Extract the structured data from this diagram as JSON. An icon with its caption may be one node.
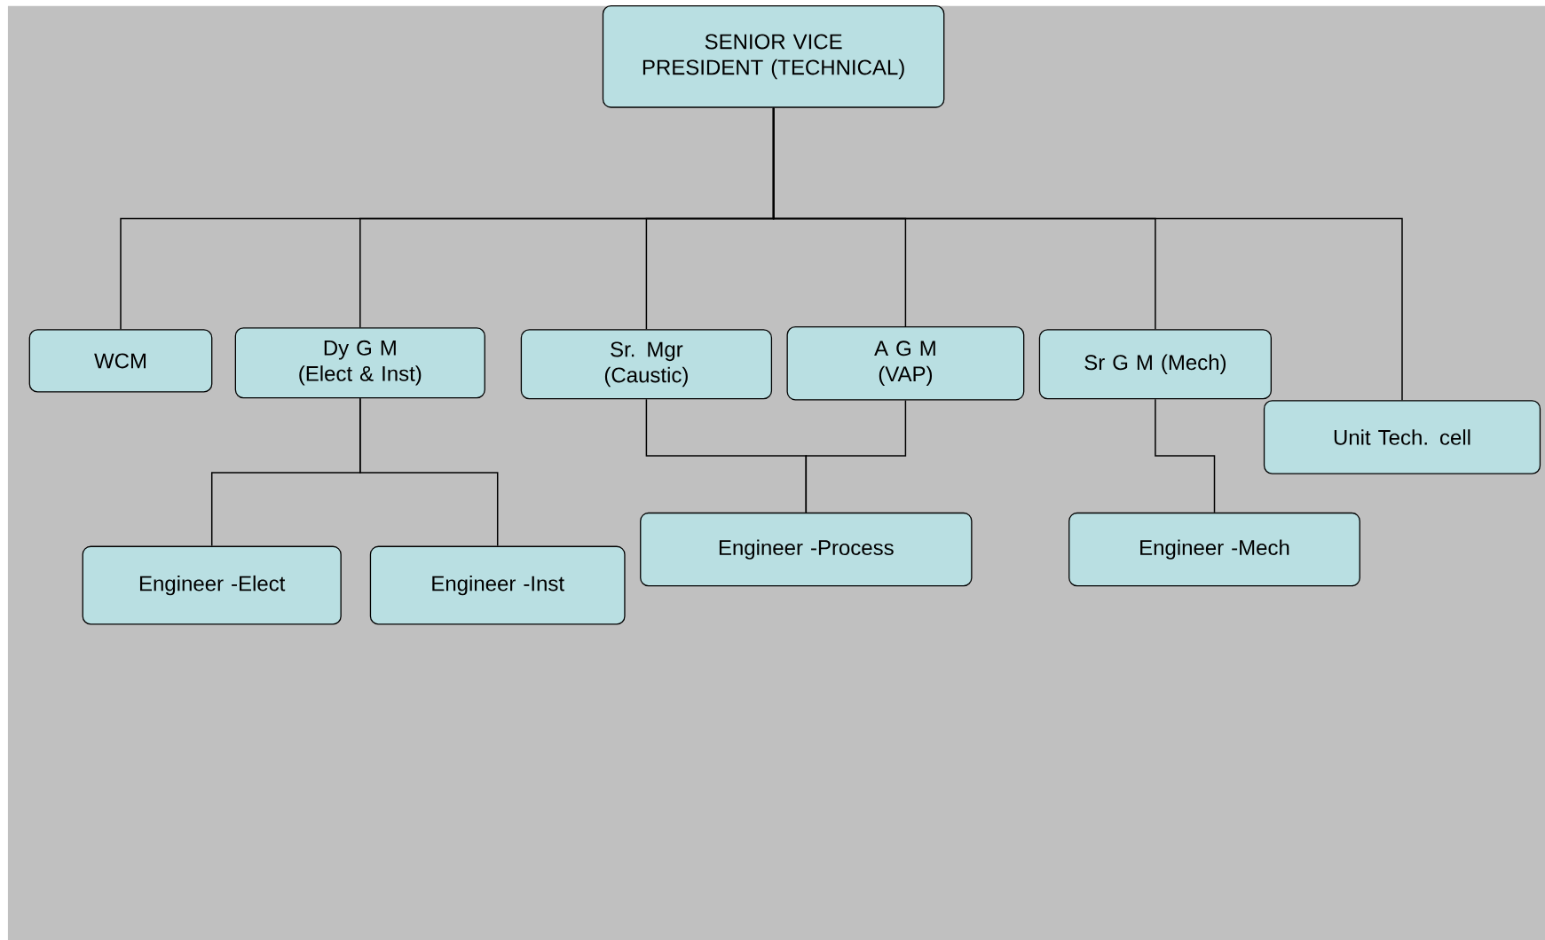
{
  "diagram": {
    "nodes": [
      {
        "text": [
          "SENIOR VICE PRESIDENT (TECHNICAL)"
        ]
      },
      {
        "text": [
          "WCM"
        ]
      },
      {
        "text": [
          "Dy G M (Elect & Inst)"
        ]
      },
      {
        "text": [
          "Sr. Mgr (Caustic)"
        ]
      },
      {
        "text": [
          "A G M (VAP)"
        ]
      },
      {
        "text": [
          "Sr G M (Mech)"
        ]
      },
      {
        "text": [
          "Unit Tech. cell"
        ]
      },
      {
        "text": [
          "Engineer -Elect"
        ]
      },
      {
        "text": [
          "Engineer -Inst"
        ]
      },
      {
        "text": [
          "Engineer -Process"
        ]
      },
      {
        "text": [
          "Engineer -Mech"
        ]
      }
    ],
    "edges": [
      {
        "from": 0,
        "to": 1,
        "arrow": "none"
      },
      {
        "from": 0,
        "to": 2,
        "arrow": "none"
      },
      {
        "from": 0,
        "to": 3,
        "arrow": "none"
      },
      {
        "from": 0,
        "to": 4,
        "arrow": "none"
      },
      {
        "from": 0,
        "to": 5,
        "arrow": "none"
      },
      {
        "from": 0,
        "to": 6,
        "arrow": "none"
      },
      {
        "from": 2,
        "to": 7,
        "arrow": "none"
      },
      {
        "from": 2,
        "to": 8,
        "arrow": "none"
      },
      {
        "from": 3,
        "to": 9,
        "arrow": "none"
      },
      {
        "from": 4,
        "to": 9,
        "arrow": "none"
      },
      {
        "from": 5,
        "to": 10,
        "arrow": "none"
      }
    ]
  }
}
